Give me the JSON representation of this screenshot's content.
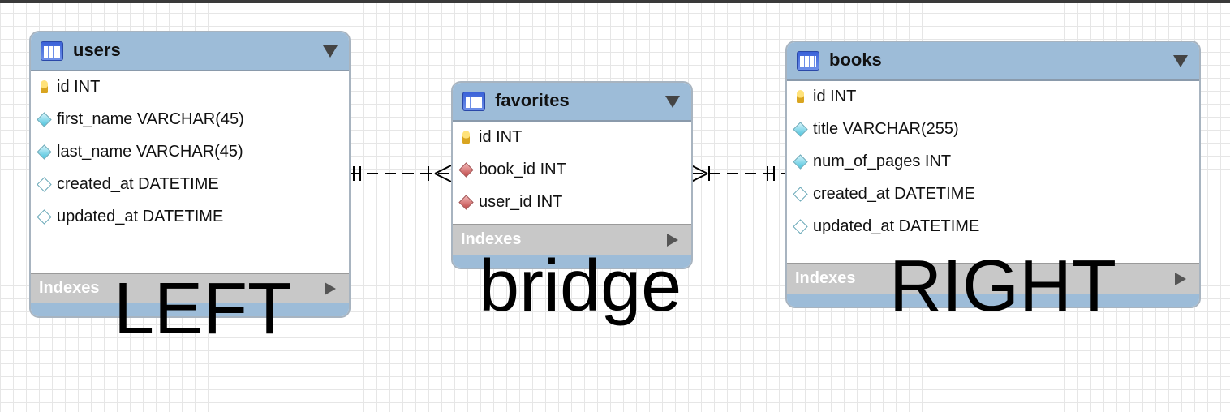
{
  "tables": {
    "users": {
      "name": "users",
      "columns": [
        {
          "label": "id INT",
          "icon": "primary-key-icon"
        },
        {
          "label": "first_name VARCHAR(45)",
          "icon": "filled-diamond-icon"
        },
        {
          "label": "last_name VARCHAR(45)",
          "icon": "filled-diamond-icon"
        },
        {
          "label": "created_at DATETIME",
          "icon": "empty-diamond-icon"
        },
        {
          "label": "updated_at DATETIME",
          "icon": "empty-diamond-icon"
        }
      ],
      "indexes_label": "Indexes"
    },
    "favorites": {
      "name": "favorites",
      "columns": [
        {
          "label": "id INT",
          "icon": "primary-key-icon"
        },
        {
          "label": "book_id INT",
          "icon": "foreign-key-icon"
        },
        {
          "label": "user_id INT",
          "icon": "foreign-key-icon"
        }
      ],
      "indexes_label": "Indexes"
    },
    "books": {
      "name": "books",
      "columns": [
        {
          "label": "id INT",
          "icon": "primary-key-icon"
        },
        {
          "label": "title VARCHAR(255)",
          "icon": "filled-diamond-icon"
        },
        {
          "label": "num_of_pages INT",
          "icon": "filled-diamond-icon"
        },
        {
          "label": "created_at DATETIME",
          "icon": "empty-diamond-icon"
        },
        {
          "label": "updated_at DATETIME",
          "icon": "empty-diamond-icon"
        }
      ],
      "indexes_label": "Indexes"
    }
  },
  "annotations": {
    "left": "LEFT",
    "bridge": "bridge",
    "right": "RIGHT"
  },
  "colors": {
    "header": "#9dbcd8",
    "indexes_bar": "#c8c8c8",
    "relationship_line": "#000000"
  }
}
